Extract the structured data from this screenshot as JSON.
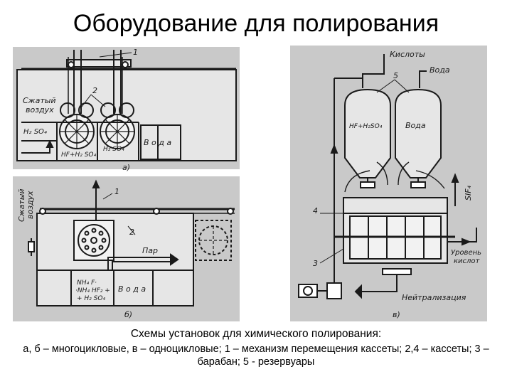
{
  "title": "Оборудование для полирования",
  "caption": {
    "heading": "Схемы установок для химического полирования:",
    "legend": "а, б – многоцикловые, в – одноцикловые; 1 – механизм перемещения кассеты; 2,4 – кассеты; 3 – барабан; 5 - резервуары"
  },
  "diagram_a": {
    "label": "а)",
    "callouts": [
      "1",
      "2"
    ],
    "air_label": [
      "Сжатый",
      "воздух"
    ],
    "tanks": [
      "H₂ SO₄",
      "HF+H₂ SO₄",
      "H₂ SO₄",
      "В о д а"
    ]
  },
  "diagram_b": {
    "label": "б)",
    "callouts": [
      "1",
      "2"
    ],
    "air_label": [
      "Сжатый",
      "воздух"
    ],
    "steam_label": "Пар",
    "tanks": [
      "NH₄ F·",
      "·NH₄ HF₂ +",
      "+ H₂ SO₄",
      "В о д а"
    ]
  },
  "diagram_c": {
    "label": "в)",
    "top_inputs": [
      "Кислоты",
      "Вода"
    ],
    "callouts": [
      "5",
      "4",
      "3"
    ],
    "reservoirs": [
      "HF+H₂SO₄",
      "Вода"
    ],
    "side_label": "SIF₄",
    "level_label": [
      "Уровень",
      "кислот"
    ],
    "bottom_output": "Нейтрализация"
  },
  "colors": {
    "background": "#ffffff",
    "panel": "#c9c9c9",
    "ink": "#1a1a1a"
  }
}
